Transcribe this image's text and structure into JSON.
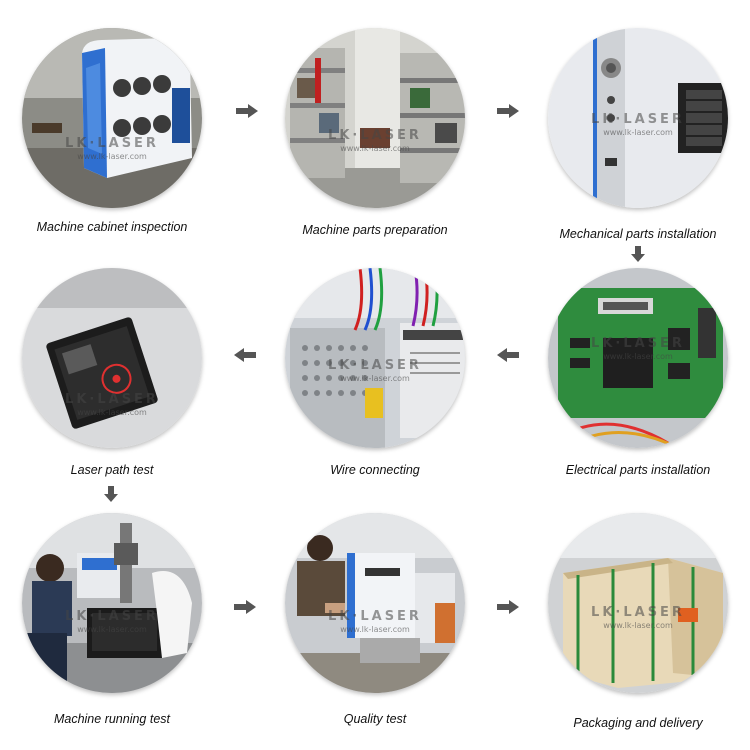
{
  "steps": [
    {
      "label": "Machine cabinet inspection"
    },
    {
      "label": "Machine parts preparation"
    },
    {
      "label": "Mechanical parts installation"
    },
    {
      "label": "Electrical parts installation"
    },
    {
      "label": "Wire connecting"
    },
    {
      "label": "Laser path test"
    },
    {
      "label": "Machine running test"
    },
    {
      "label": "Quality test"
    },
    {
      "label": "Packaging and delivery"
    }
  ],
  "watermark": {
    "brand": "LK·LASER",
    "url": "www.lk-laser.com"
  },
  "colors": {
    "arrow": "#555555",
    "caption": "#111111"
  },
  "icons": {
    "flow_arrow": "arrow-icon"
  }
}
